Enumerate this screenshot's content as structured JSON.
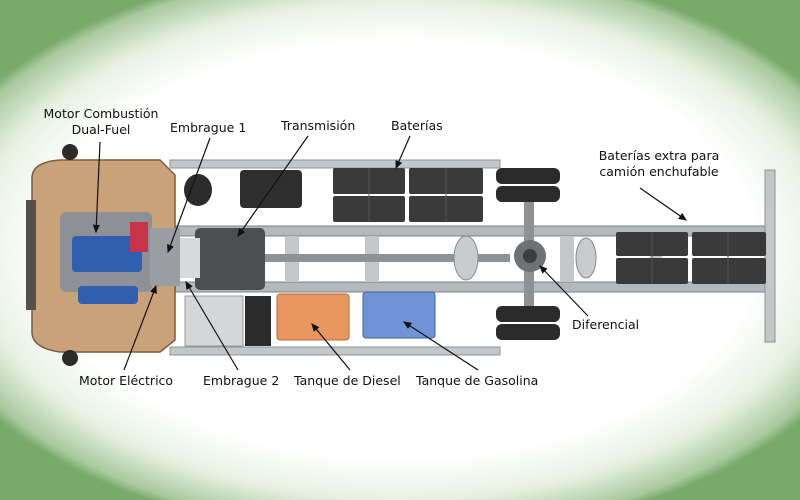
{
  "labels": {
    "motor_combustion_line1": "Motor Combustión",
    "motor_combustion_line2": "Dual-Fuel",
    "embrague1": "Embrague 1",
    "transmision": "Transmisión",
    "baterias": "Baterías",
    "baterias_extra_line1": "Baterías extra para",
    "baterias_extra_line2": "camión enchufable",
    "diferencial": "Diferencial",
    "motor_electrico": "Motor Eléctrico",
    "embrague2": "Embrague 2",
    "tanque_diesel": "Tanque de Diesel",
    "tanque_gasolina": "Tanque de Gasolina"
  },
  "colors": {
    "background_green": "#6fa264",
    "cab_tan": "#c9a27a",
    "engine_blue": "#2f5fae",
    "diesel_tank": "#e9975f",
    "gasoline_tank": "#6f93d6",
    "battery": "#3a3a3a",
    "frame_gray": "#b9bcbf"
  }
}
